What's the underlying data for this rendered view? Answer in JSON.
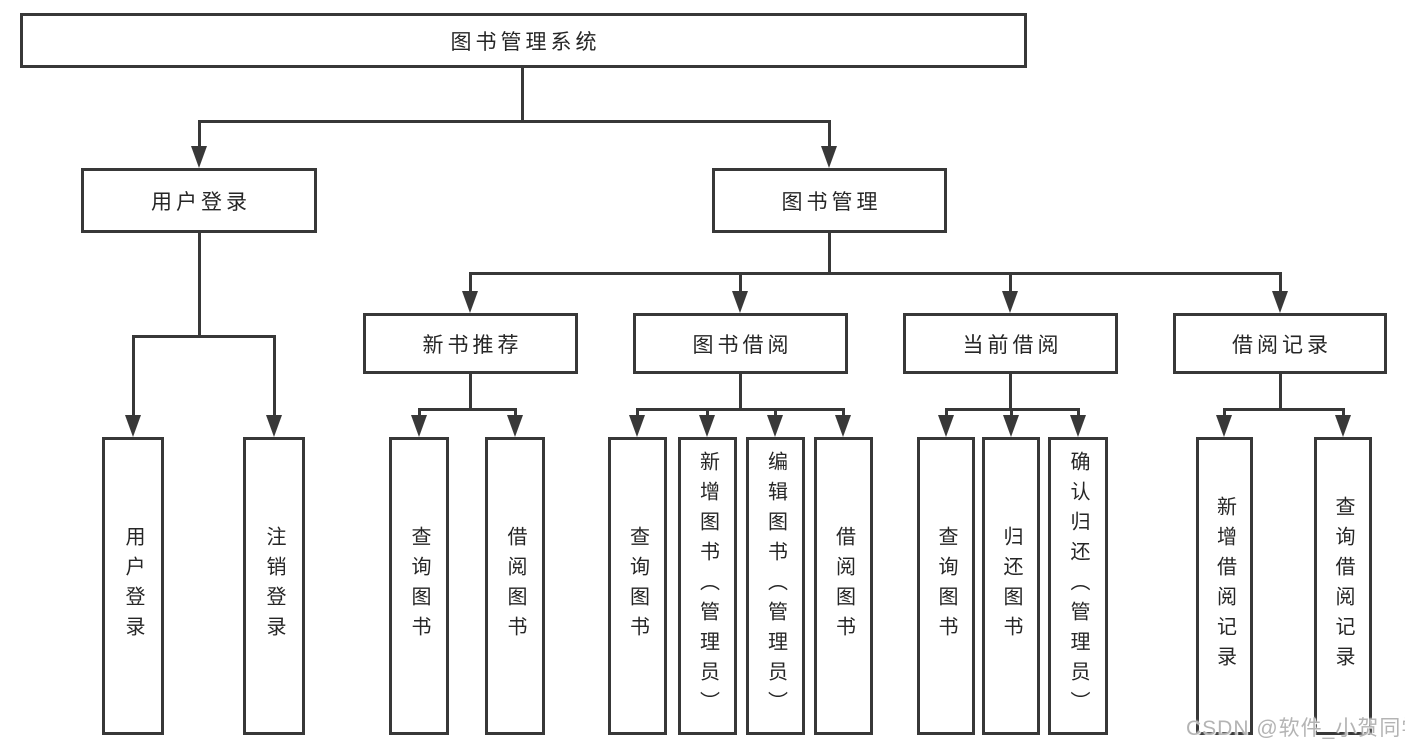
{
  "tree": {
    "label": "图书管理系统",
    "children": [
      {
        "label": "用户登录",
        "children": [
          {
            "label": "用户登录"
          },
          {
            "label": "注销登录"
          }
        ]
      },
      {
        "label": "图书管理",
        "children": [
          {
            "label": "新书推荐",
            "children": [
              {
                "label": "查询图书"
              },
              {
                "label": "借阅图书"
              }
            ]
          },
          {
            "label": "图书借阅",
            "children": [
              {
                "label": "查询图书"
              },
              {
                "label": "新增图书（管理员）"
              },
              {
                "label": "编辑图书（管理员）"
              },
              {
                "label": "借阅图书"
              }
            ]
          },
          {
            "label": "当前借阅",
            "children": [
              {
                "label": "查询图书"
              },
              {
                "label": "归还图书"
              },
              {
                "label": "确认归还（管理员）"
              }
            ]
          },
          {
            "label": "借阅记录",
            "children": [
              {
                "label": "新增借阅记录"
              },
              {
                "label": "查询借阅记录"
              }
            ]
          }
        ]
      }
    ]
  },
  "watermark": "CSDN @软件_小贺同学",
  "colors": {
    "line": "#383838",
    "text": "#262626",
    "watermark": "#b4b4b4",
    "background": "#ffffff"
  }
}
